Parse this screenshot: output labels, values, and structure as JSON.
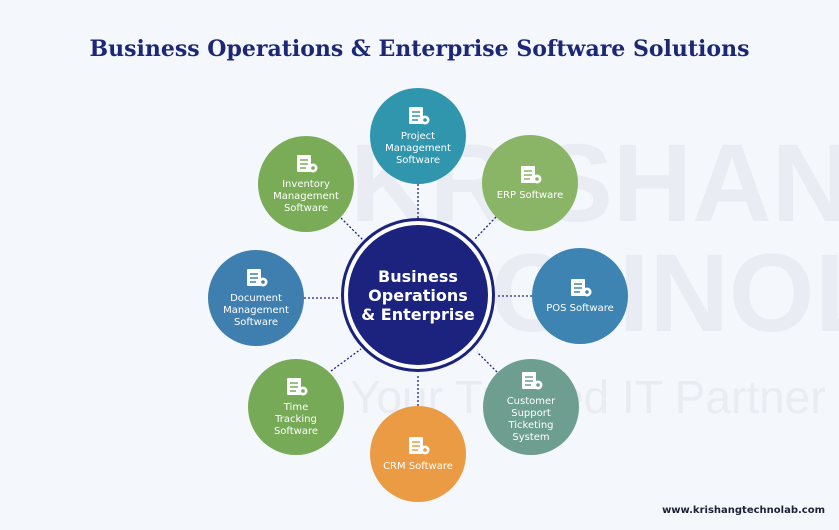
{
  "title": "Business Operations & Enterprise Software Solutions",
  "center": {
    "label": "Business\nOperations\n& Enterprise",
    "color": "#1b237f"
  },
  "nodes": [
    {
      "label": "Project\nManagement\nSoftware",
      "icon": "checklist-gear-icon",
      "color": "#2f96ad"
    },
    {
      "label": "ERP Software",
      "icon": "document-gear-icon",
      "color": "#8ab466"
    },
    {
      "label": "POS Software",
      "icon": "pos-terminal-icon",
      "color": "#3e84b3"
    },
    {
      "label": "Customer\nSupport\nTicketing\nSystem",
      "icon": "cart-icon",
      "color": "#6e9e8f"
    },
    {
      "label": "CRM Software",
      "icon": "contact-card-icon",
      "color": "#eb9b44"
    },
    {
      "label": "Time\nTracking\nSoftware",
      "icon": "clock-document-icon",
      "color": "#76aa56"
    },
    {
      "label": "Document\nManagement\nSoftware",
      "icon": "folder-icon",
      "color": "#3e7fb0"
    },
    {
      "label": "Inventory\nManagement\nSoftware",
      "icon": "clipboard-box-icon",
      "color": "#7aac58"
    }
  ],
  "watermark": {
    "line1": "KRISHANG",
    "line2": "TECHNOLAB",
    "tagline": "Your Trusted IT Partner"
  },
  "website": "www.krishangtechnolab.com"
}
